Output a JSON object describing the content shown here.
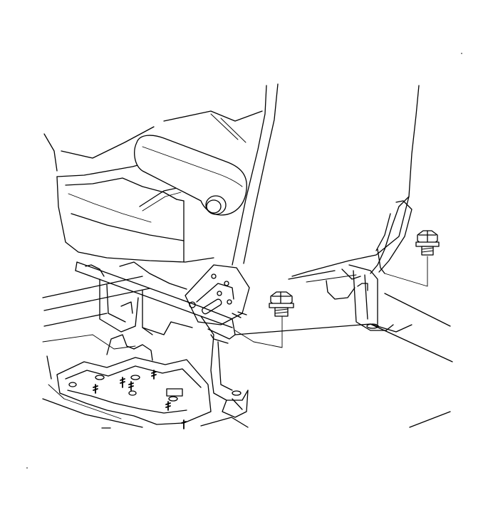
{
  "diagram": {
    "parts": [
      {
        "id": "seat-assembly",
        "icon": "seat-icon"
      },
      {
        "id": "seat-bolt-front",
        "icon": "bolt-icon"
      },
      {
        "id": "seat-bolt-rear",
        "icon": "bolt-icon"
      },
      {
        "id": "seat-adjuster-track",
        "icon": "rail-icon"
      },
      {
        "id": "floor-pan",
        "icon": "floor-icon"
      }
    ],
    "colors": {
      "line": "#000000",
      "background": "#ffffff"
    }
  }
}
